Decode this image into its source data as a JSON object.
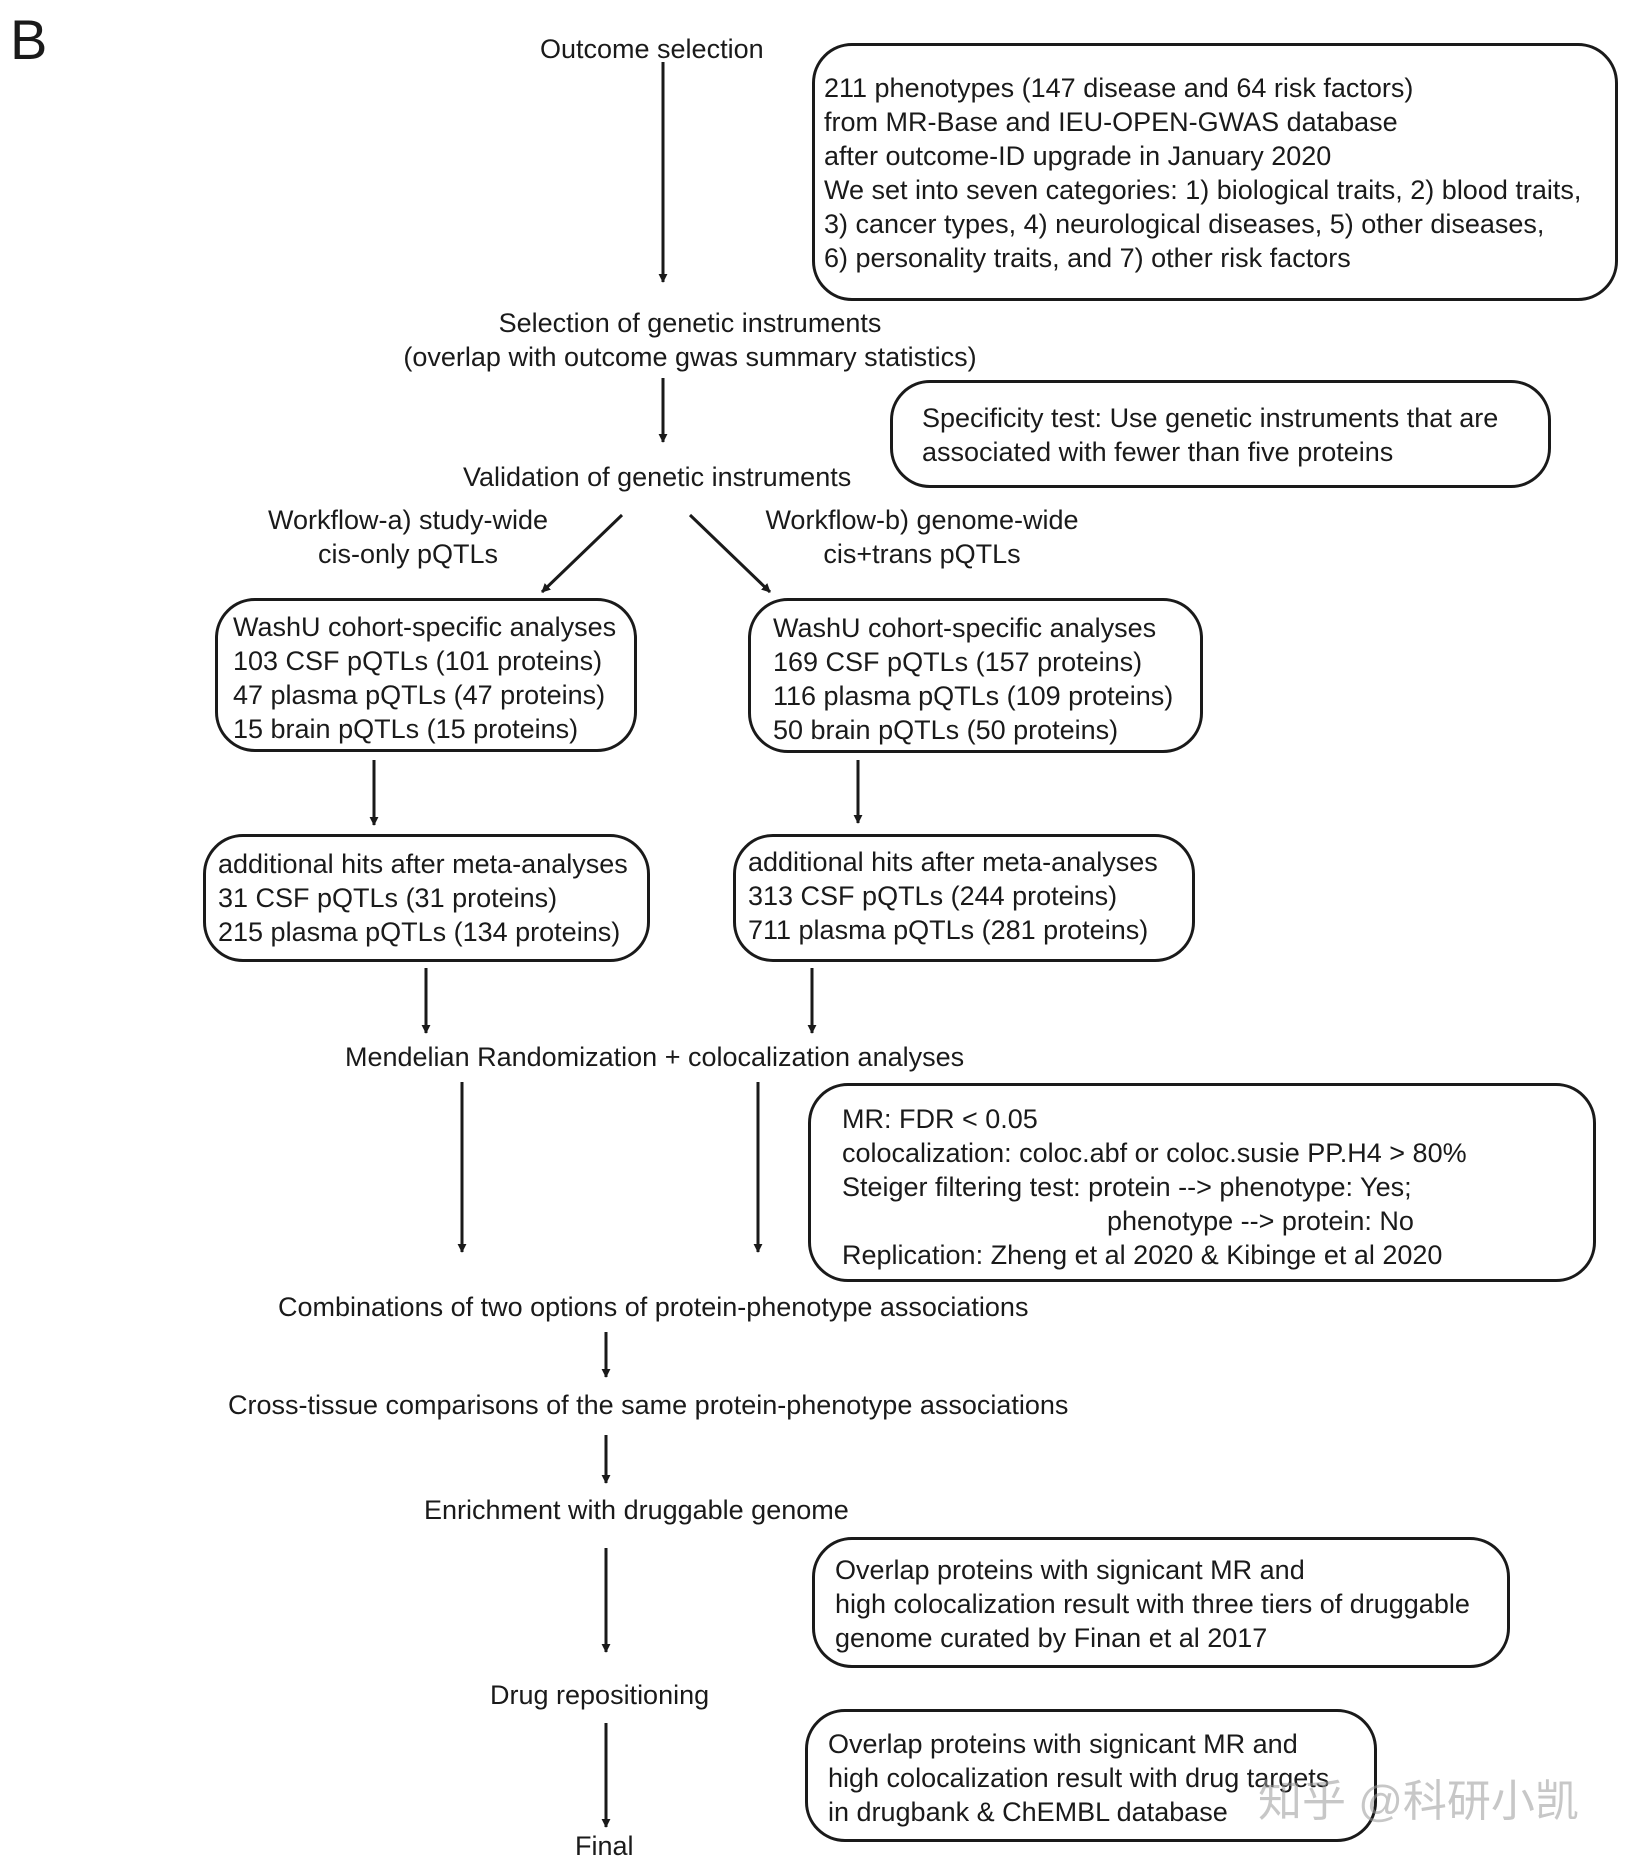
{
  "panel_label": "B",
  "steps": {
    "outcome_selection": "Outcome selection",
    "selection_instruments_1": "Selection of genetic instruments",
    "selection_instruments_2": "(overlap with outcome gwas summary statistics)",
    "validation": "Validation of genetic instruments",
    "workflow_a_1": "Workflow-a) study-wide",
    "workflow_a_2": "cis-only pQTLs",
    "workflow_b_1": "Workflow-b) genome-wide",
    "workflow_b_2": "cis+trans pQTLs",
    "mr_coloc": "Mendelian Randomization + colocalization analyses",
    "combinations": "Combinations of two options of protein-phenotype associations",
    "cross_tissue": "Cross-tissue comparisons of the same protein-phenotype associations",
    "enrichment": "Enrichment with druggable genome",
    "repositioning": "Drug repositioning",
    "final": "Final"
  },
  "boxes": {
    "phenotypes": [
      "211 phenotypes (147 disease and 64 risk factors)",
      "from MR-Base and IEU-OPEN-GWAS database",
      "after outcome-ID upgrade in January 2020",
      "We set into seven categories: 1) biological traits, 2) blood traits,",
      "3) cancer types, 4) neurological diseases, 5) other diseases,",
      "6) personality traits, and 7) other risk factors"
    ],
    "specificity": [
      "Specificity test: Use genetic instruments that are",
      "associated with fewer than five proteins"
    ],
    "washu_a": [
      "WashU cohort-specific analyses",
      "103 CSF pQTLs (101 proteins)",
      "47 plasma pQTLs (47 proteins)",
      "15 brain pQTLs (15 proteins)"
    ],
    "washu_b": [
      "WashU cohort-specific analyses",
      "169 CSF pQTLs (157 proteins)",
      "116 plasma pQTLs (109 proteins)",
      "50 brain pQTLs (50 proteins)"
    ],
    "meta_a": [
      "additional hits after meta-analyses",
      "31 CSF pQTLs (31 proteins)",
      "215 plasma pQTLs (134 proteins)"
    ],
    "meta_b": [
      "additional hits after meta-analyses",
      "313 CSF pQTLs (244 proteins)",
      "711 plasma pQTLs (281 proteins)"
    ],
    "criteria": [
      "MR: FDR < 0.05",
      "colocalization: coloc.abf or coloc.susie PP.H4 > 80%",
      "Steiger filtering test: protein --> phenotype: Yes;",
      "phenotype --> protein: No",
      "Replication: Zheng et al 2020 & Kibinge et al 2020"
    ],
    "druggable": [
      "Overlap proteins with signicant MR and",
      "high colocalization result with three tiers of druggable",
      "genome curated by Finan et al 2017"
    ],
    "drugbank": [
      "Overlap proteins with signicant MR and",
      "high colocalization result with drug targets",
      "in drugbank & ChEMBL database"
    ]
  },
  "watermark": "知乎 @科研小凯"
}
